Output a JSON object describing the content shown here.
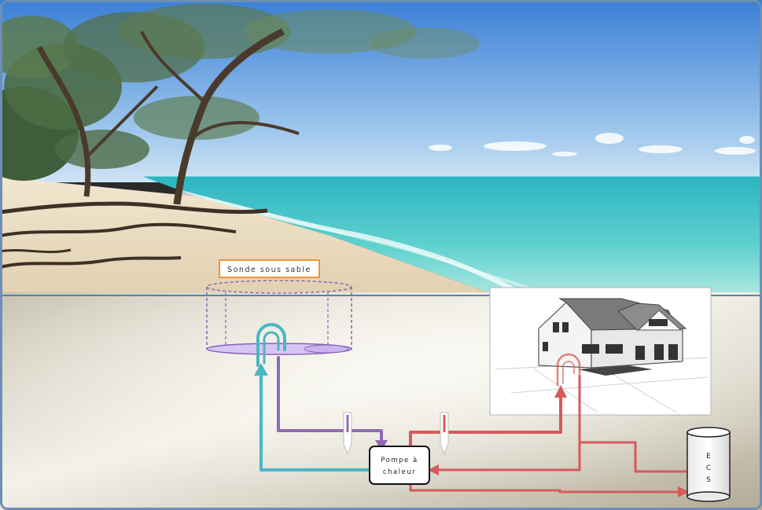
{
  "diagram": {
    "probe_label": "Sonde sous sable",
    "heat_pump_label_line1": "Pompe à",
    "heat_pump_label_line2": "chaleur",
    "tank_label_letters": [
      "E",
      "C",
      "S"
    ]
  },
  "colors": {
    "sky_top": "#3b7fd6",
    "sky_bottom": "#bcd9f1",
    "sea": "#36c3c4",
    "sand": "#e9dcc3",
    "underground_top": "#efece2",
    "underground_bottom": "#b8b19e",
    "probe_label_border": "#f08a2a",
    "loop_cold": "#4ab6c4",
    "loop_return": "#8f6bb3",
    "loop_hot": "#d55a5a",
    "probe_outline": "#8a63b8"
  }
}
